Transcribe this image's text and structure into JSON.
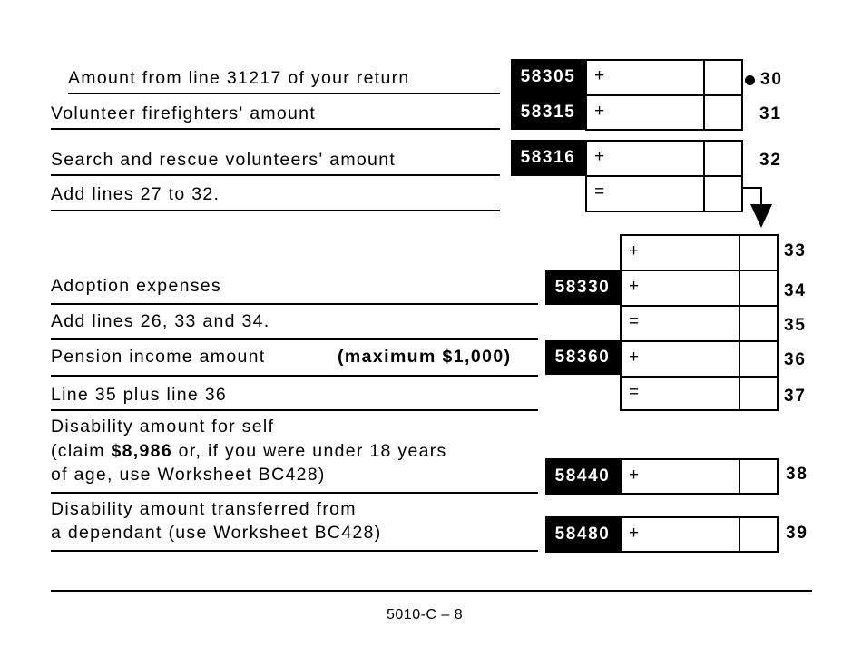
{
  "lines": {
    "l30": {
      "label": "Amount from line 31217 of your return",
      "code": "58305",
      "op": "+",
      "num": "30",
      "marker": "●"
    },
    "l31": {
      "label": "Volunteer firefighters' amount",
      "code": "58315",
      "op": "+",
      "num": "31"
    },
    "l32": {
      "label": "Search and rescue volunteers' amount",
      "code": "58316",
      "op": "+",
      "num": "32"
    },
    "l32sum": {
      "label": "Add lines 27 to 32.",
      "op": "="
    },
    "l33": {
      "op": "+",
      "num": "33"
    },
    "l34": {
      "label": "Adoption expenses",
      "code": "58330",
      "op": "+",
      "num": "34"
    },
    "l35": {
      "label": "Add lines 26, 33 and 34.",
      "op": "=",
      "num": "35"
    },
    "l36": {
      "label": "Pension income amount",
      "note": "(maximum $1,000)",
      "code": "58360",
      "op": "+",
      "num": "36"
    },
    "l37": {
      "label": "Line 35 plus line 36",
      "op": "=",
      "num": "37"
    },
    "l38": {
      "label_1": "Disability amount for self",
      "label_2a": "(claim ",
      "label_2b": "$8,986",
      "label_2c": " or, if you were under 18 years",
      "label_3": "of age, use Worksheet BC428)",
      "code": "58440",
      "op": "+",
      "num": "38"
    },
    "l39": {
      "label_1": "Disability amount transferred from",
      "label_2": "a dependant (use Worksheet BC428)",
      "code": "58480",
      "op": "+",
      "num": "39"
    }
  },
  "footer": {
    "page": "5010-C – 8"
  }
}
